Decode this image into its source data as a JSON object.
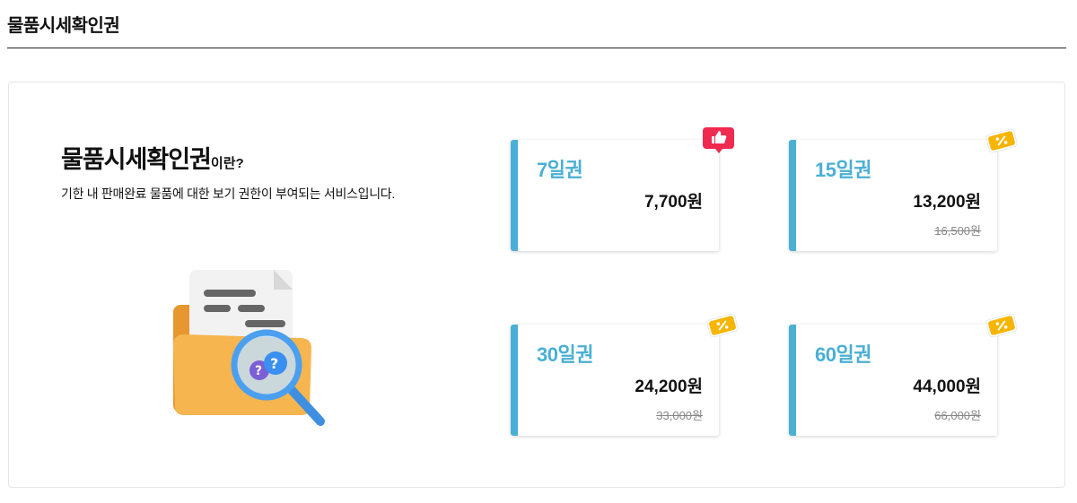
{
  "header": {
    "title": "물품시세확인권"
  },
  "intro": {
    "title": "물품시세확인권",
    "title_suffix": "이란?",
    "description": "기한 내 판매완료 물품에 대한 보기 권한이 부여되는 서비스입니다."
  },
  "colors": {
    "accent": "#4aafd5",
    "recommend": "#f0294f",
    "coupon": "#f7b500"
  },
  "plans": [
    {
      "name": "7일권",
      "price": "7,700원",
      "badge": "thumbs-up-icon"
    },
    {
      "name": "15일권",
      "price": "13,200원",
      "original_price": "16,500원",
      "badge": "coupon-icon"
    },
    {
      "name": "30일권",
      "price": "24,200원",
      "original_price": "33,000원",
      "badge": "coupon-icon"
    },
    {
      "name": "60일권",
      "price": "44,000원",
      "original_price": "66,000원",
      "badge": "coupon-icon"
    }
  ]
}
